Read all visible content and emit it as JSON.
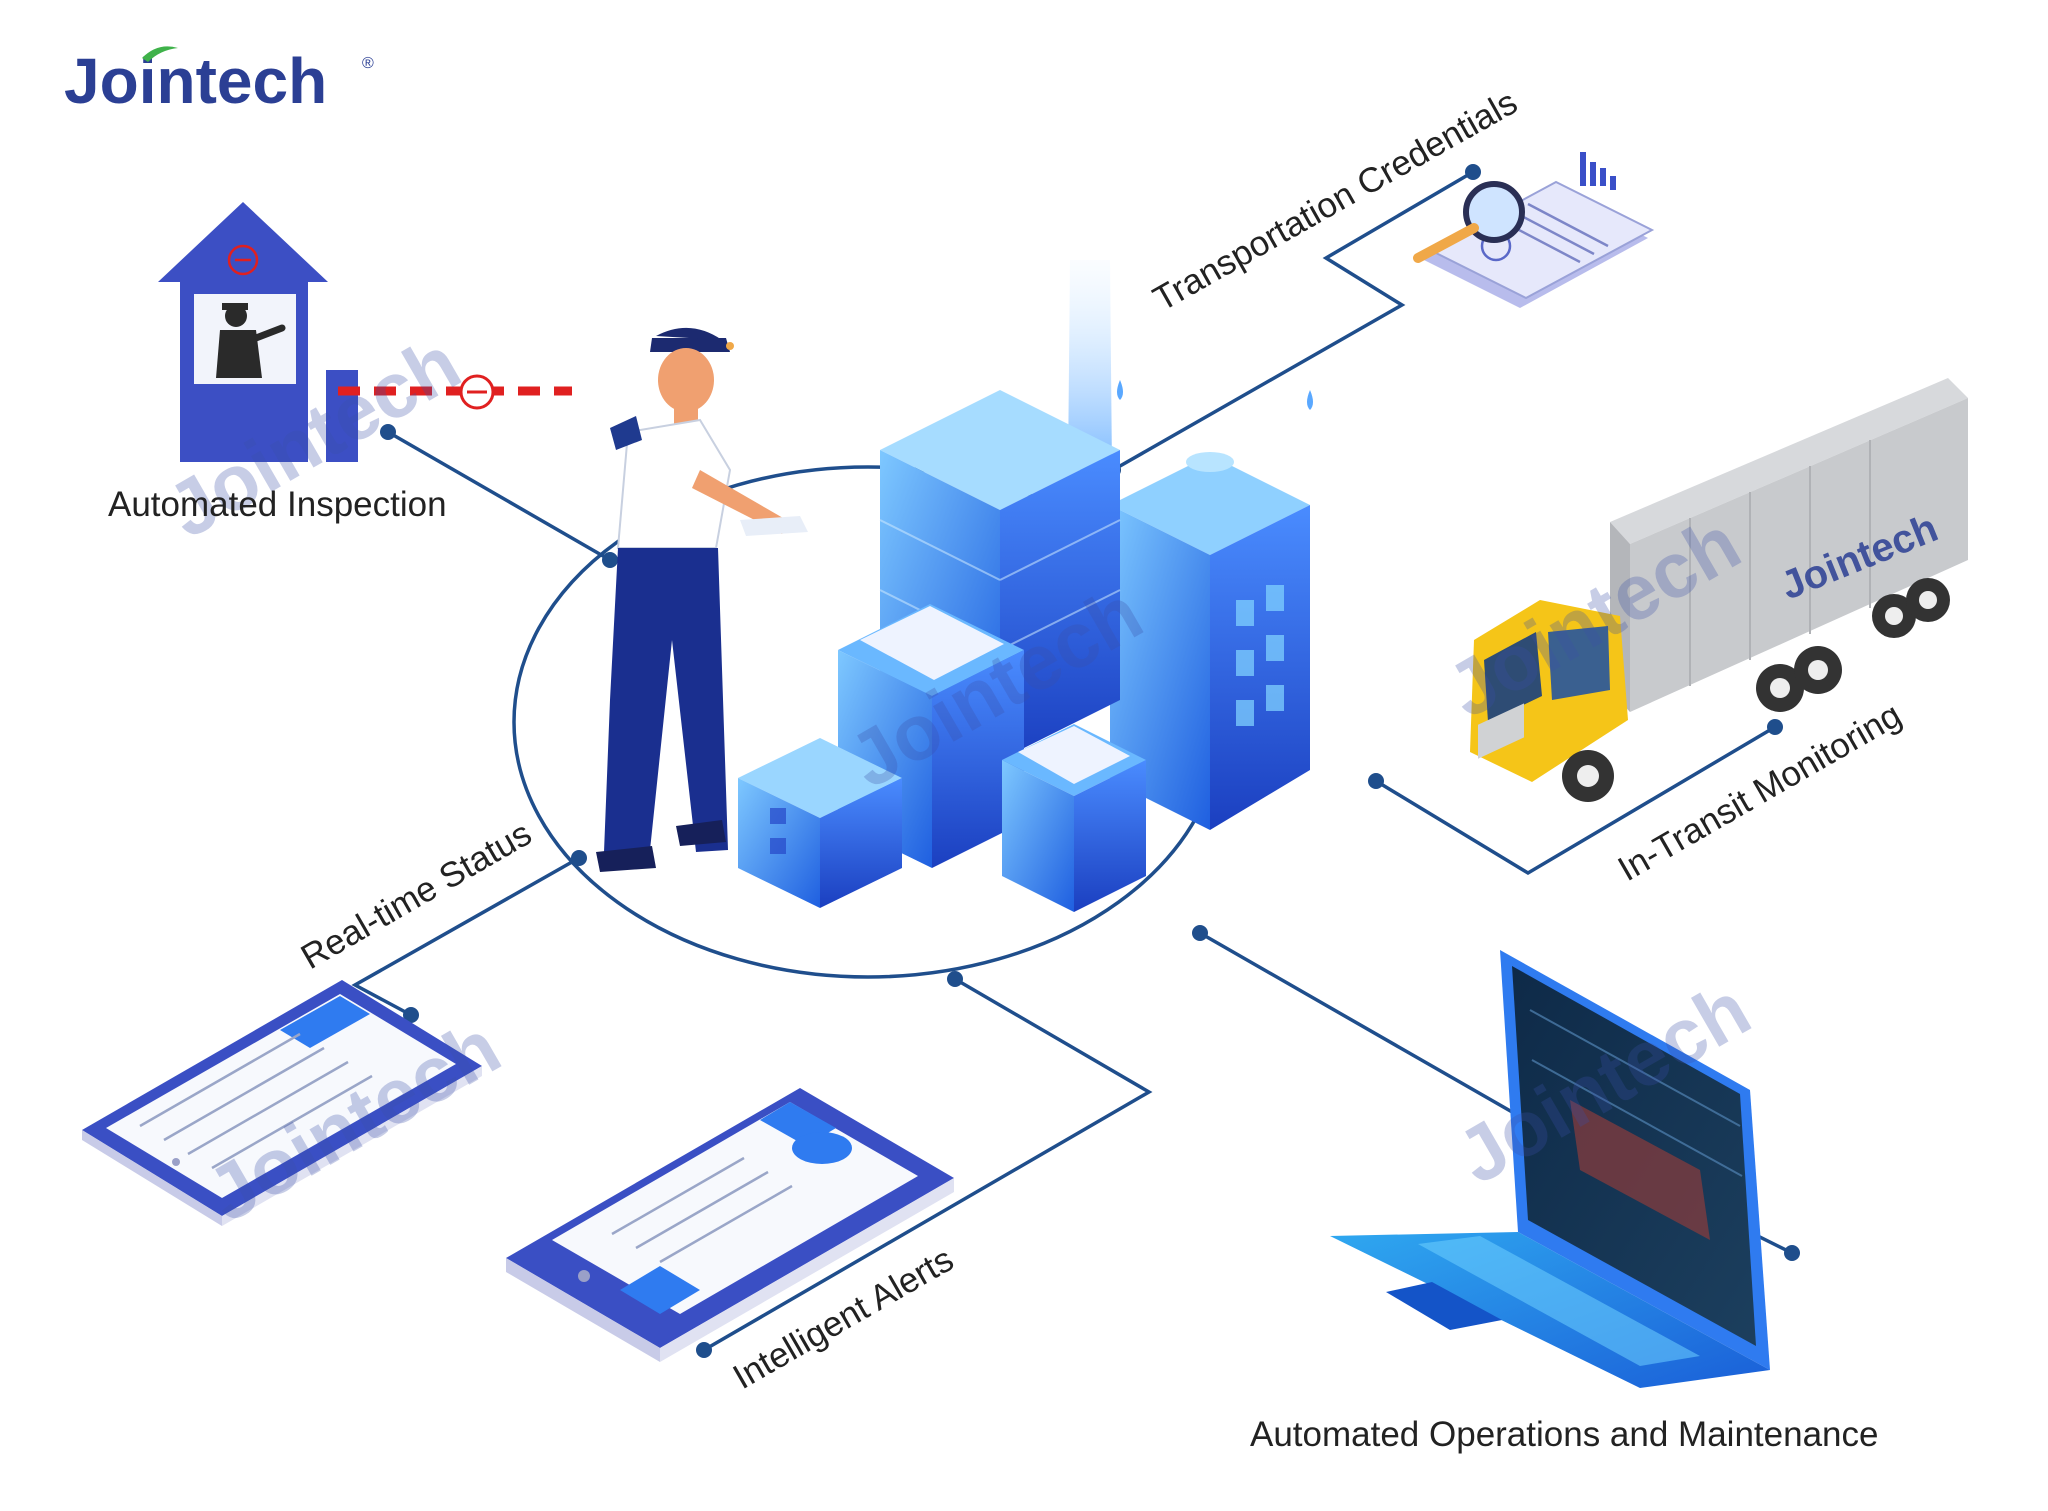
{
  "brand": {
    "name": "Jointech",
    "registered": "®",
    "watermark": "Jointech",
    "color_primary": "#2b3f94",
    "color_leaf": "#3fb24a"
  },
  "features": {
    "automated_inspection": "Automated Inspection",
    "transportation_credentials": "Transportation Credentials",
    "in_transit_monitoring": "In-Transit Monitoring",
    "realtime_status": "Real-time Status",
    "intelligent_alerts": "Intelligent  Alerts",
    "automated_om": "Automated Operations and Maintenance"
  },
  "colors": {
    "line": "#1f4e8c",
    "hub": "#2f7bf0",
    "accent_red": "#e02020",
    "truck_yellow": "#f5c518"
  }
}
